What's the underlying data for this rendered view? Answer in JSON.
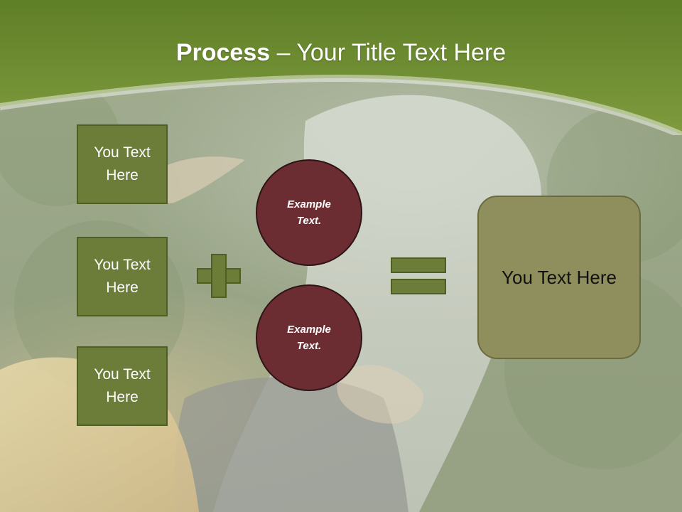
{
  "slide": {
    "title_bold": "Process",
    "title_rest": " – Your Title Text Here",
    "left_boxes": [
      {
        "label": "You Text Here"
      },
      {
        "label": "You Text Here"
      },
      {
        "label": "You Text Here"
      }
    ],
    "circles": [
      {
        "label": "Example Text."
      },
      {
        "label": "Example Text."
      }
    ],
    "result": {
      "label": "You Text Here"
    }
  },
  "colors": {
    "header_green": "#6f8c2f",
    "box_green": "#6b7d38",
    "circle_maroon": "#6b2d31",
    "result_olive": "#8f8f5e"
  },
  "icons": {
    "plus": "plus-icon",
    "equals": "equals-icon"
  }
}
